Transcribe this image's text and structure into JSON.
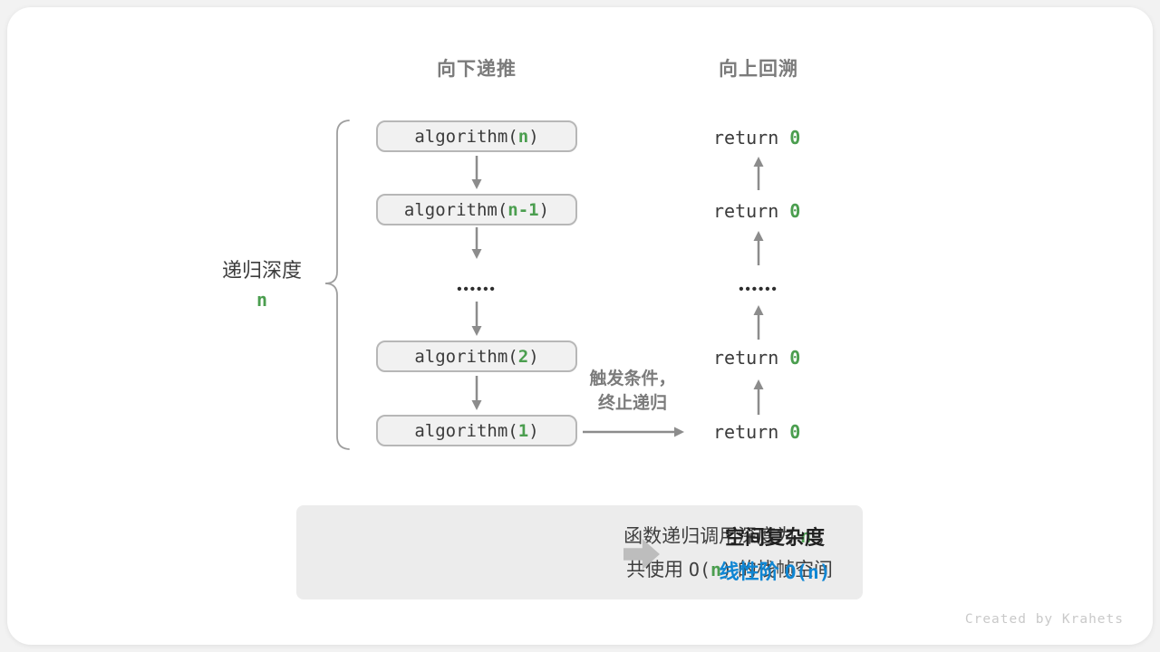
{
  "headers": {
    "left": "向下递推",
    "right": "向上回溯"
  },
  "depth_label": {
    "text": "递归深度",
    "var": "n"
  },
  "flow": {
    "calls": [
      {
        "prefix": "algorithm(",
        "arg": "n",
        "suffix": ")"
      },
      {
        "prefix": "algorithm(",
        "arg": "n-1",
        "suffix": ")"
      },
      {
        "prefix": "algorithm(",
        "arg": "2",
        "suffix": ")"
      },
      {
        "prefix": "algorithm(",
        "arg": "1",
        "suffix": ")"
      }
    ],
    "returns": [
      {
        "prefix": "return ",
        "value": "0"
      },
      {
        "prefix": "return ",
        "value": "0"
      },
      {
        "prefix": "return ",
        "value": "0"
      },
      {
        "prefix": "return ",
        "value": "0"
      }
    ],
    "ellipsis": "••••••",
    "trigger": {
      "line1": "触发条件，",
      "line2": "终止递归"
    }
  },
  "summary": {
    "line1": {
      "a": "函数递归调用深度为 ",
      "n": "n",
      "b": " ，"
    },
    "line2": {
      "a": "共使用 ",
      "o_open": "O(",
      "n": "n",
      "o_close": ")",
      "b": " 的栈帧空间"
    },
    "title": "空间复杂度",
    "result": {
      "label": "线性阶 ",
      "o_open": "O(",
      "n": "n",
      "o_close": ")"
    }
  },
  "watermark": "Created by Krahets",
  "colors": {
    "green": "#4b9e4f",
    "blue": "#1086d3",
    "arrow_gray": "#8c8c8c",
    "box_fill": "#f1f1f1",
    "box_border": "#b7b7b7",
    "summary_bg": "#ececec"
  }
}
